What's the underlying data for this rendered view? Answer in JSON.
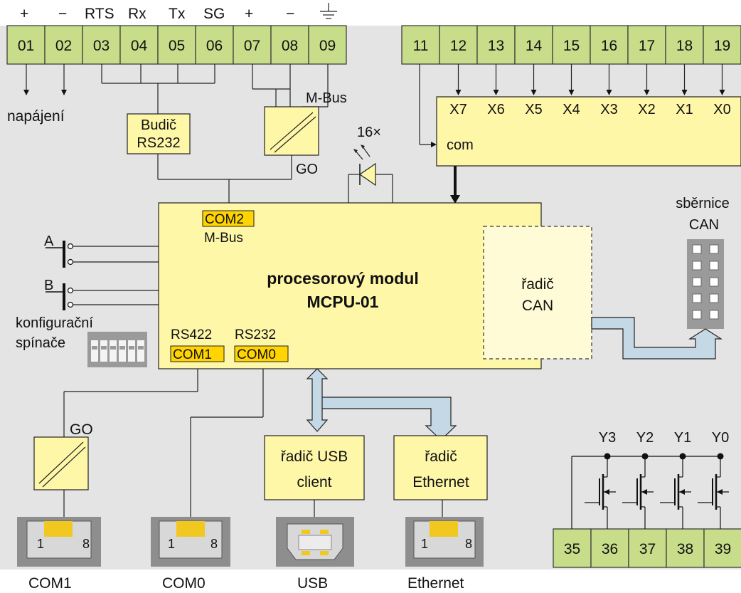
{
  "top_labels": {
    "l01": "+",
    "l02": "−",
    "l03": "RTS",
    "l04": "Rx",
    "l05": "Tx",
    "l06": "SG",
    "l07": "+",
    "l08": "−"
  },
  "terminals_left": [
    "01",
    "02",
    "03",
    "04",
    "05",
    "06",
    "07",
    "08",
    "09"
  ],
  "terminals_right": [
    "11",
    "12",
    "13",
    "14",
    "15",
    "16",
    "17",
    "18",
    "19"
  ],
  "terminals_bottom": [
    "35",
    "36",
    "37",
    "38",
    "39"
  ],
  "labels": {
    "napajeni": "napájení",
    "budic_line1": "Budič",
    "budic_line2": "RS232",
    "mbus_top": "M-Bus",
    "go_top": "GO",
    "led_count": "16×",
    "com": "com",
    "com2": "COM2",
    "mbus_mod": "M-Bus",
    "module_line1": "procesorový modul",
    "module_line2": "MCPU-01",
    "radic_can_line1": "řadič",
    "radic_can_line2": "CAN",
    "sbernice_line1": "sběrnice",
    "sbernice_line2": "CAN",
    "switch_a": "A",
    "switch_b": "B",
    "konfig_line1": "konfigurační",
    "konfig_line2": "spínače",
    "rs422": "RS422",
    "rs232": "RS232",
    "com1": "COM1",
    "com0": "COM0",
    "go_bottom": "GO",
    "usb_line1": "řadič USB",
    "usb_line2": "client",
    "eth_line1": "řadič",
    "eth_line2": "Ethernet",
    "port_com1": "COM1",
    "port_com0": "COM0",
    "port_usb": "USB",
    "port_eth": "Ethernet",
    "pin1": "1",
    "pin8": "8"
  },
  "inputs": [
    "X7",
    "X6",
    "X5",
    "X4",
    "X3",
    "X2",
    "X1",
    "X0"
  ],
  "outputs": [
    "Y3",
    "Y2",
    "Y1",
    "Y0"
  ]
}
